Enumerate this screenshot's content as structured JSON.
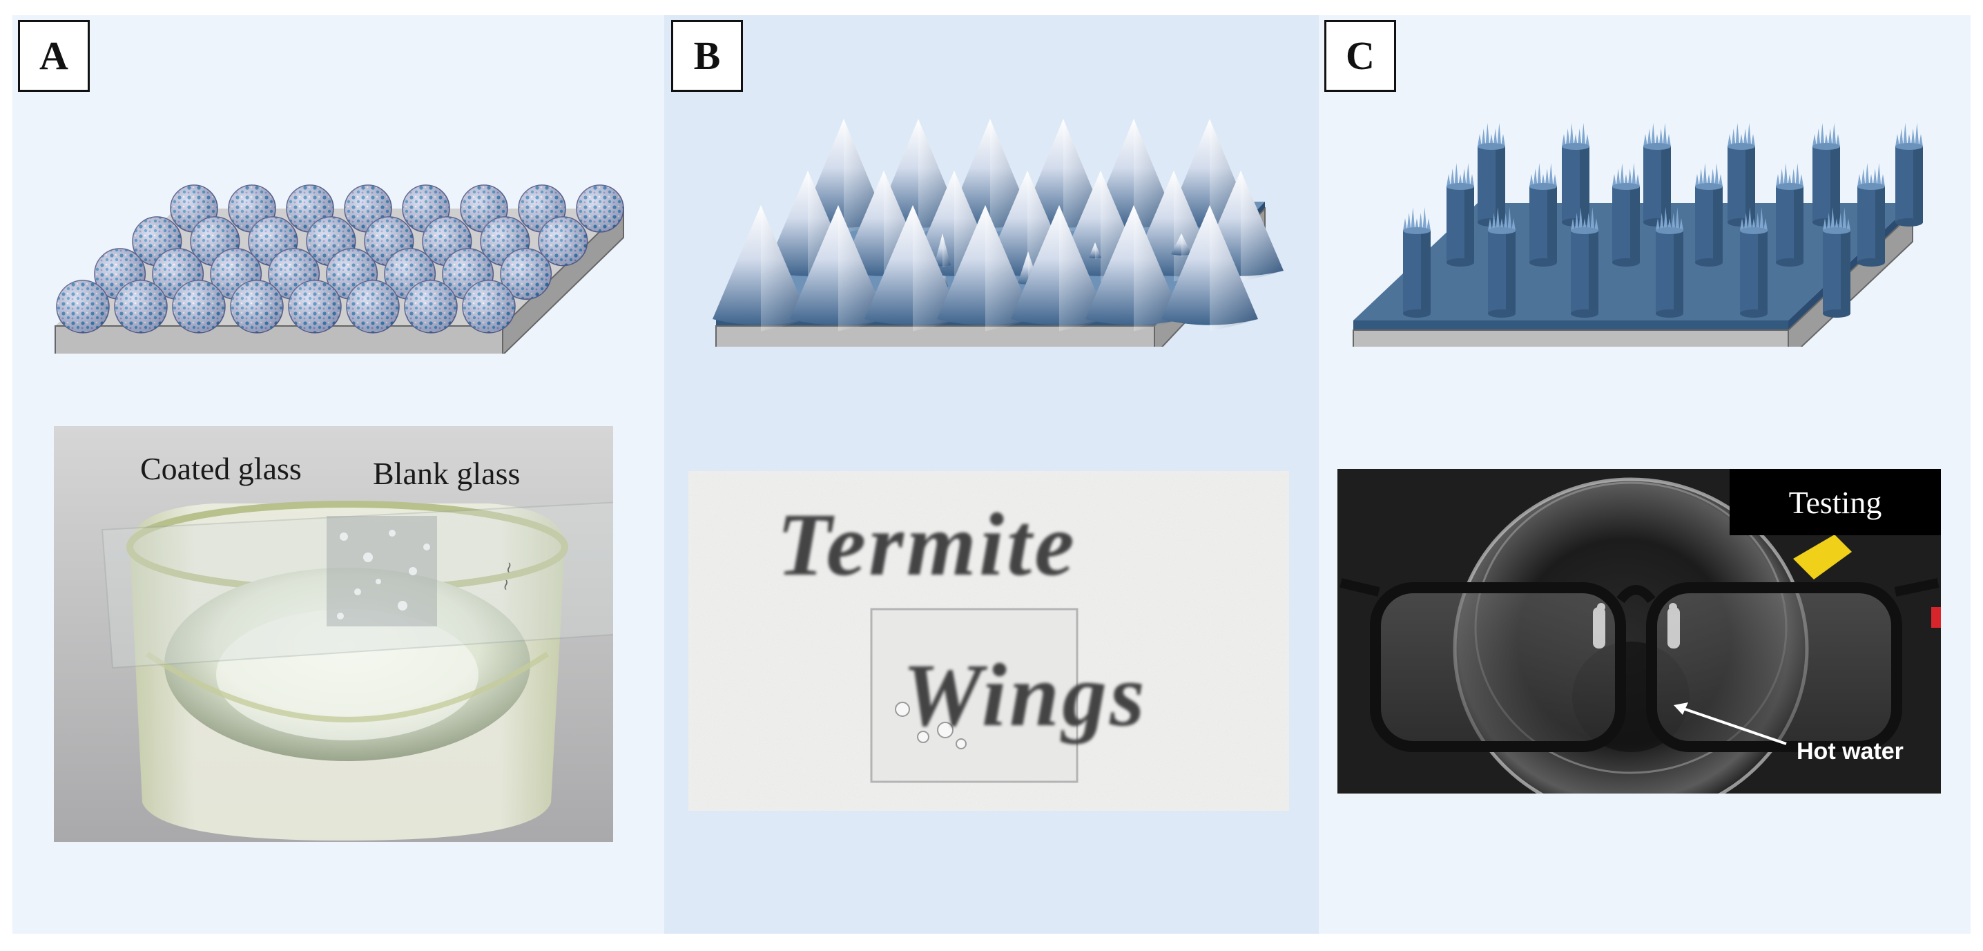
{
  "panels": [
    {
      "label": "A",
      "photo": {
        "texts": [
          "Coated glass",
          "Blank glass"
        ]
      }
    },
    {
      "label": "B",
      "photo": {
        "texts": [
          "Termite",
          "Wings"
        ]
      }
    },
    {
      "label": "C",
      "photo": {
        "texts": [
          "Testing",
          "Hot water"
        ]
      }
    }
  ],
  "colors": {
    "panel_a_background": "#edf4fc",
    "panel_b_background": "#dde9f6",
    "panel_c_background": "#edf4fc",
    "substrate_grey": "#bdbdbd",
    "coating_blue": "#4a6f96",
    "cone_blue": "#3f648d",
    "sphere_blue": "#2d7fb6"
  }
}
